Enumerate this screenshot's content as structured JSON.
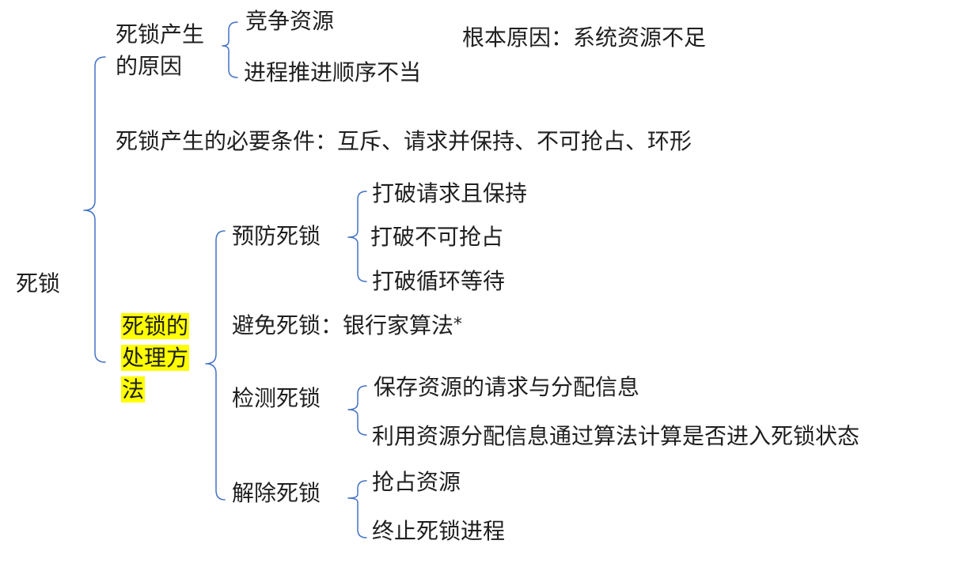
{
  "diagram": {
    "root": "死锁",
    "causes": {
      "label_line1": "死锁产生",
      "label_line2": "的原因",
      "items": [
        "竞争资源",
        "进程推进顺序不当"
      ],
      "root_cause": "根本原因：系统资源不足"
    },
    "conditions": "死锁产生的必要条件：互斥、请求并保持、不可抢占、环形",
    "handling": {
      "label_lines": [
        "死锁的",
        "处理方",
        "法"
      ],
      "highlight_color": "#ffff00",
      "prevent": {
        "label": "预防死锁",
        "items": [
          "打破请求且保持",
          "打破不可抢占",
          "打破循环等待"
        ]
      },
      "avoid": {
        "label": "避免死锁：银行家算法",
        "mark": "*"
      },
      "detect": {
        "label": "检测死锁",
        "items": [
          "保存资源的请求与分配信息",
          "利用资源分配信息通过算法计算是否进入死锁状态"
        ]
      },
      "release": {
        "label": "解除死锁",
        "items": [
          "抢占资源",
          "终止死锁进程"
        ]
      }
    },
    "bracket_color": "#4472c4"
  }
}
